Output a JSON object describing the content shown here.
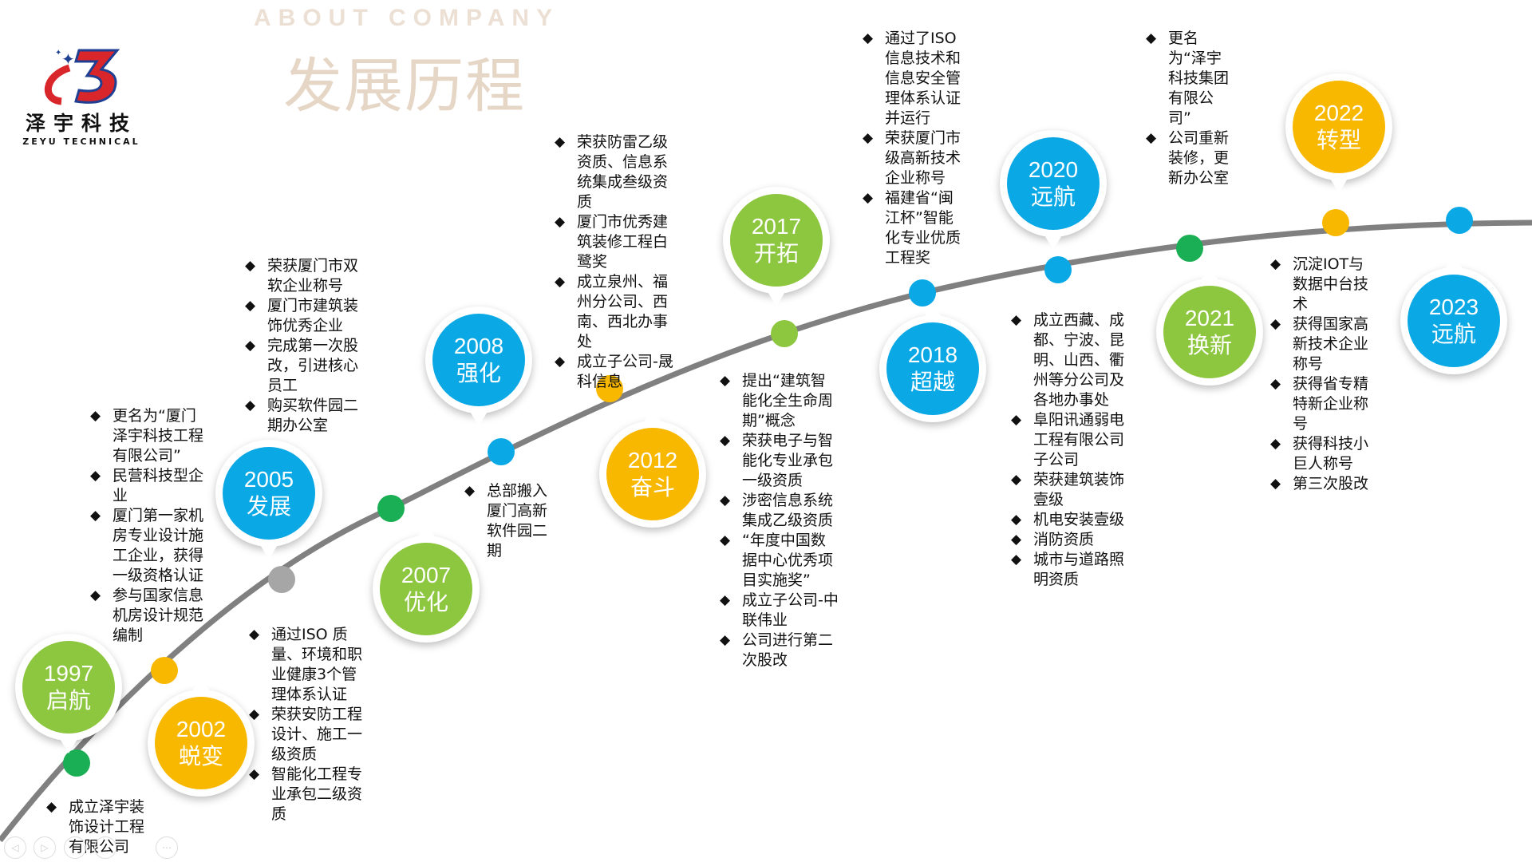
{
  "header": {
    "about": "ABOUT COMPANY",
    "title": "发展历程"
  },
  "logo": {
    "cn": "泽宇科技",
    "en": "ZEYU TECHNICAL"
  },
  "colors": {
    "blue": "#0aa9e6",
    "yellow": "#f9b800",
    "lightgreen": "#8dc63f",
    "green": "#1aaf54",
    "grey": "#a6a6a6",
    "line": "#808080"
  },
  "milestones": [
    {
      "year": "1997",
      "label": "启航"
    },
    {
      "year": "2002",
      "label": "蜕变"
    },
    {
      "year": "2005",
      "label": "发展"
    },
    {
      "year": "2007",
      "label": "优化"
    },
    {
      "year": "2008",
      "label": "强化"
    },
    {
      "year": "2012",
      "label": "奋斗"
    },
    {
      "year": "2017",
      "label": "开拓"
    },
    {
      "year": "2018",
      "label": "超越"
    },
    {
      "year": "2020",
      "label": "远航"
    },
    {
      "year": "2021",
      "label": "换新"
    },
    {
      "year": "2022",
      "label": "转型"
    },
    {
      "year": "2023",
      "label": "远航"
    }
  ],
  "events": {
    "e1997": [
      "成立泽宇装饰设计工程有限公司"
    ],
    "e2002": [
      "通过ISO 质量、环境和职业健康3个管理体系认证",
      "荣获安防工程设计、施工一级资质",
      "智能化工程专业承包二级资质"
    ],
    "e2005": [
      "更名为“厦门泽宇科技工程有限公司”",
      "民营科技型企业",
      "厦门第一家机房专业设计施工企业，获得一级资格认证",
      "参与国家信息机房设计规范编制"
    ],
    "e2007": [
      "荣获厦门市双软企业称号",
      "厦门市建筑装饰优秀企业",
      "完成第一次股改，引进核心员工",
      "购买软件园二期办公室"
    ],
    "e2008": [
      "总部搬入厦门高新软件园二期"
    ],
    "e2012": [
      "荣获防雷乙级资质、信息系统集成叁级资质",
      "厦门市优秀建筑装修工程白鹭奖",
      "成立泉州、福州分公司、西南、西北办事处",
      "成立子公司-晟科信息"
    ],
    "e2017": [
      "提出“建筑智能化全生命周期”概念",
      "荣获电子与智能化专业承包一级资质",
      "涉密信息系统集成乙级资质",
      "“年度中国数据中心优秀项目实施奖”",
      "成立子公司-中联伟业",
      "公司进行第二次股改"
    ],
    "e2018": [
      "通过了ISO信息技术和信息安全管理体系认证并运行",
      "荣获厦门市级高新技术企业称号",
      "福建省“闽江杯”智能化专业优质工程奖"
    ],
    "e2020": [
      "成立西藏、成都、宁波、昆明、山西、衢州等分公司及各地办事处",
      "阜阳讯通弱电工程有限公司子公司",
      "荣获建筑装饰壹级",
      "机电安装壹级",
      "消防资质",
      "城市与道路照明资质"
    ],
    "e2021": [
      "更名为“泽宇科技集团有限公司”",
      "公司重新装修，更新办公室"
    ],
    "e2022": [
      "沉淀IOT与数据中台技术",
      "获得国家高新技术企业称号",
      "获得省专精特新企业称号",
      "获得科技小巨人称号",
      "第三次股改"
    ]
  }
}
